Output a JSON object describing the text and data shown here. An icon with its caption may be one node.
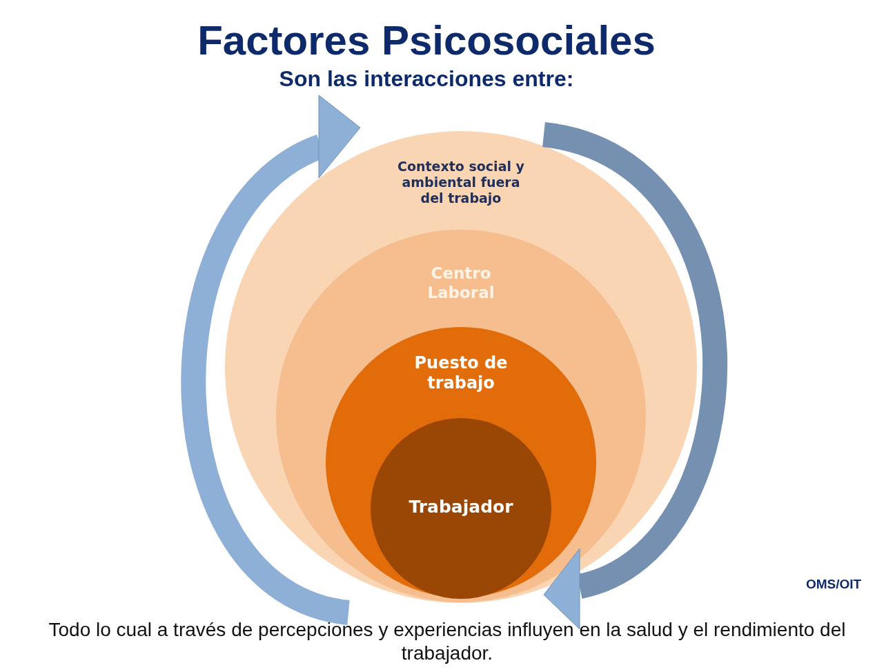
{
  "diagram": {
    "title": "Factores Psicosociales",
    "caption": "Todo lo cual a través de percepciones y experiencias influyen en la salud y el rendimiento del trabajador.",
    "nodes": [
      {
        "text": [
          "Contexto social y ambiental fuera del trabajo"
        ]
      },
      {
        "text": [
          "Centro Laboral"
        ],
        "in": 0
      },
      {
        "text": [
          "Puesto de trabajo"
        ],
        "in": 1
      },
      {
        "text": [
          "Trabajador"
        ],
        "in": 2
      }
    ],
    "edges": [],
    "labels": [
      "Son las interacciones entre:",
      "OMS/OIT"
    ]
  }
}
